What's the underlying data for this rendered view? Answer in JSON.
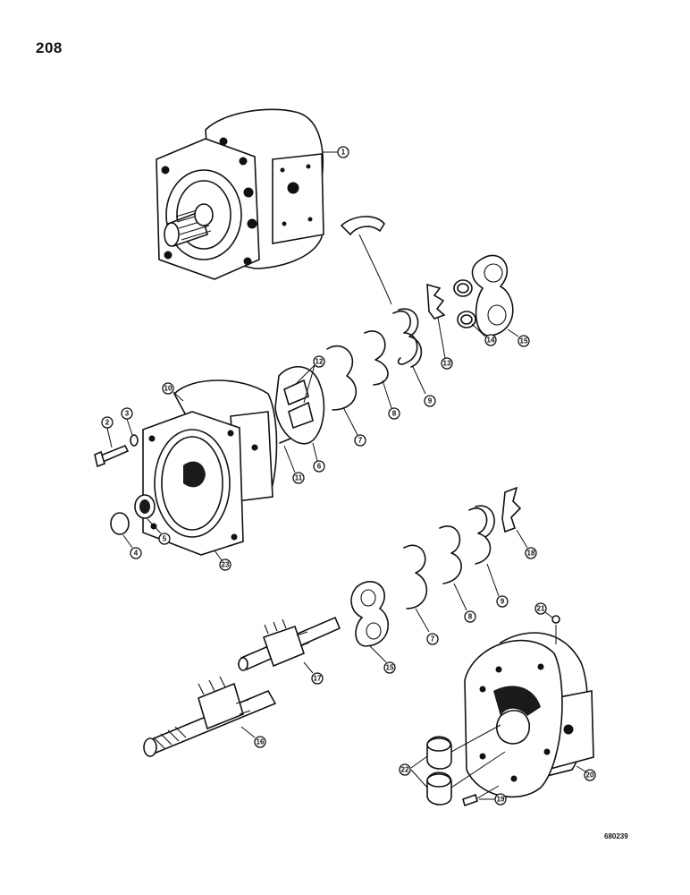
{
  "page_number": "208",
  "figure_code": "680239",
  "callouts": [
    "1",
    "2",
    "3",
    "4",
    "5",
    "6",
    "7",
    "8",
    "9",
    "10",
    "11",
    "12",
    "13",
    "14",
    "15",
    "16",
    "17",
    "18",
    "19",
    "20",
    "21",
    "22",
    "23"
  ]
}
